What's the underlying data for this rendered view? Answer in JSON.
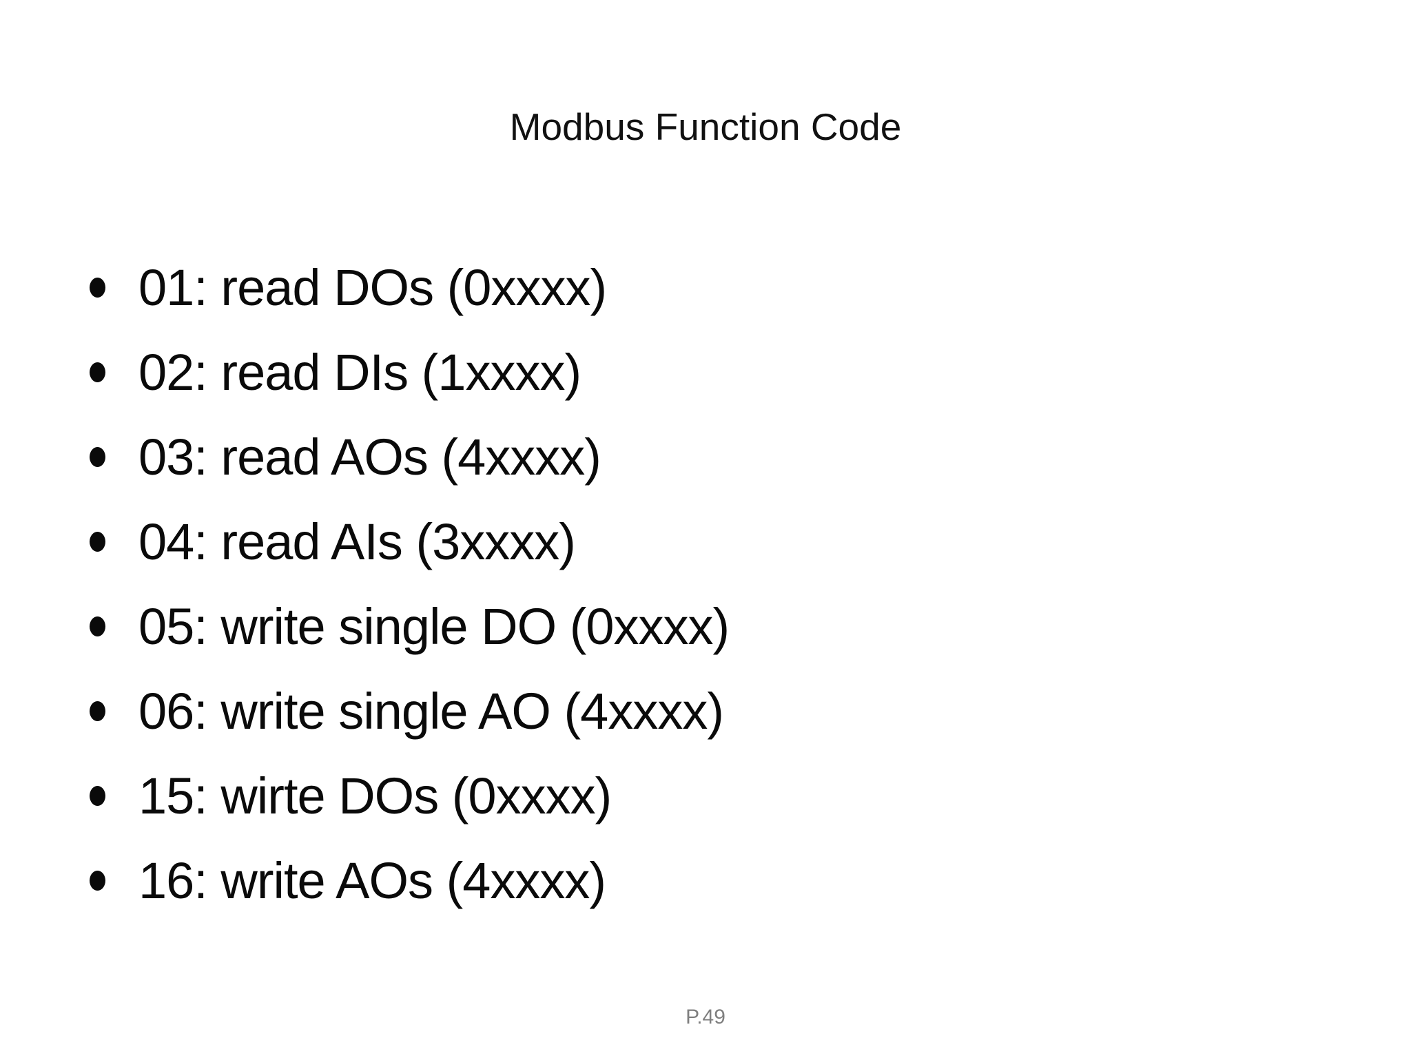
{
  "slide": {
    "title": "Modbus Function Code",
    "bullets": [
      "01: read DOs (0xxxx)",
      "02: read DIs (1xxxx)",
      "03: read AOs (4xxxx)",
      "04: read AIs (3xxxx)",
      "05: write single DO (0xxxx)",
      "06: write single AO (4xxxx)",
      "15: wirte DOs (0xxxx)",
      "16: write AOs (4xxxx)"
    ],
    "page_number": "P.49",
    "colors": {
      "background": "#ffffff",
      "text": "#0a0a0a",
      "page_number": "#7f7f7f"
    }
  }
}
